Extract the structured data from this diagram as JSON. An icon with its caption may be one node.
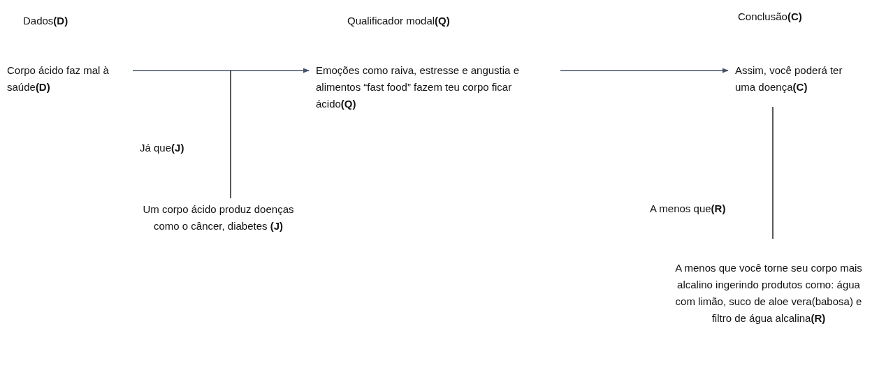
{
  "diagram": {
    "nodes": [
      {
        "text": [
          "Corpo ácido faz mal à saúde**(D)**"
        ]
      },
      {
        "text": [
          "Emoções como raiva, estresse e angustia e alimentos “fast food” fazem teu corpo ficar ácido**(Q)**"
        ]
      },
      {
        "text": [
          "Assim, você poderá ter uma doença**(C)**"
        ]
      },
      {
        "text": [
          "Um corpo ácido produz doenças como o câncer, diabetes **(J)**"
        ]
      },
      {
        "text": [
          "A menos que você torne seu corpo mais alcalino ingerindo produtos como: água com limão, suco de aloe vera(babosa) e filtro de água alcalina**(R)**"
        ]
      }
    ],
    "edges": [
      {
        "from": 0,
        "to": 1,
        "arrow": "to",
        "color": "#44546a"
      },
      {
        "from": 1,
        "to": 2,
        "arrow": "to",
        "color": "#44546a"
      },
      {
        "from": 3,
        "to": null,
        "arrow": "none",
        "color": "#000000"
      },
      {
        "from": 2,
        "to": 4,
        "arrow": "none",
        "color": "#000000"
      }
    ],
    "labels": [
      "Dados**(D)**",
      "Qualificador modal**(Q)**",
      "Conclusão**(C)**",
      "Já que**(J)**",
      "A menos que**(R)**"
    ]
  }
}
